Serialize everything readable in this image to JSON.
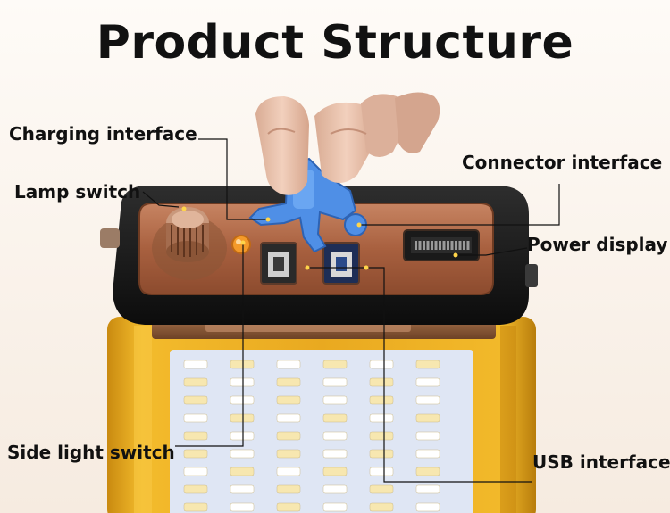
{
  "title": "Product Structure",
  "labels": {
    "charging_interface": "Charging interface",
    "lamp_switch": "Lamp switch",
    "connector_interface": "Connector interface",
    "power_display": "Power display",
    "side_light_switch": "Side light switch",
    "usb_interface": "USB interface"
  },
  "colors": {
    "background": "#fbf4ec",
    "lamp_body": "#e8a81c",
    "top_cap": "#1a1a1a",
    "copper_plate": "#b46e4c",
    "connector_blue": "#4f8fe6",
    "led_warm": "#f7e7b0",
    "led_cool": "#ffffff",
    "led_panel": "#dfe6f4"
  }
}
